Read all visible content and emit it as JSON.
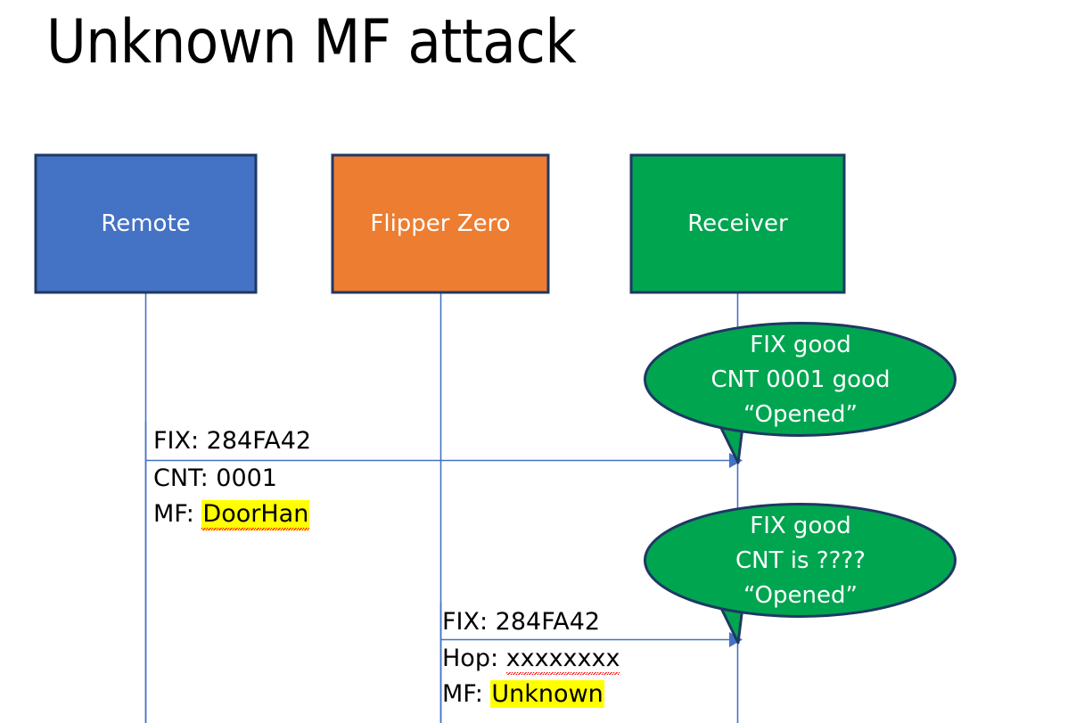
{
  "slide": {
    "title": "Unknown MF attack",
    "background_color": "#ffffff"
  },
  "colors": {
    "remote_fill": "#4472c4",
    "flipper_fill": "#ed7d31",
    "receiver_fill": "#00a550",
    "box_border": "#1f3864",
    "lifeline": "#4472c4",
    "arrow": "#4472c4",
    "bubble_fill": "#00a550",
    "bubble_border": "#1f3864",
    "highlight": "#ffff00",
    "spellcheck_underline": "#ff0000",
    "text_dark": "#000000",
    "text_light": "#ffffff"
  },
  "actors": [
    {
      "id": "remote",
      "label": "Remote",
      "fill": "#4472c4"
    },
    {
      "id": "flipper",
      "label": "Flipper Zero",
      "fill": "#ed7d31"
    },
    {
      "id": "receiver",
      "label": "Receiver",
      "fill": "#00a550"
    }
  ],
  "messages": [
    {
      "id": "msg-1",
      "from": "remote",
      "to": "receiver",
      "lines": [
        {
          "prefix": "FIX: ",
          "value": "284FA42",
          "highlight": false,
          "spellcheck_error": false
        },
        {
          "prefix": "CNT: ",
          "value": "0001",
          "highlight": false,
          "spellcheck_error": false
        },
        {
          "prefix": "MF: ",
          "value": "DoorHan",
          "highlight": true,
          "spellcheck_error": true
        }
      ]
    },
    {
      "id": "msg-2",
      "from": "flipper",
      "to": "receiver",
      "lines": [
        {
          "prefix": "FIX: ",
          "value": "284FA42",
          "highlight": false,
          "spellcheck_error": false
        },
        {
          "prefix": "Hop: ",
          "value": "xxxxxxxx",
          "highlight": false,
          "spellcheck_error": true
        },
        {
          "prefix": "MF: ",
          "value": "Unknown",
          "highlight": true,
          "spellcheck_error": false
        }
      ]
    }
  ],
  "bubbles": [
    {
      "id": "bubble-1",
      "owner": "receiver",
      "for_message": "msg-1",
      "line1": "FIX good",
      "line2": "CNT 0001 good",
      "line3": "“Opened”"
    },
    {
      "id": "bubble-2",
      "owner": "receiver",
      "for_message": "msg-2",
      "line1": "FIX good",
      "line2": "CNT is ????",
      "line3": "“Opened”"
    }
  ]
}
